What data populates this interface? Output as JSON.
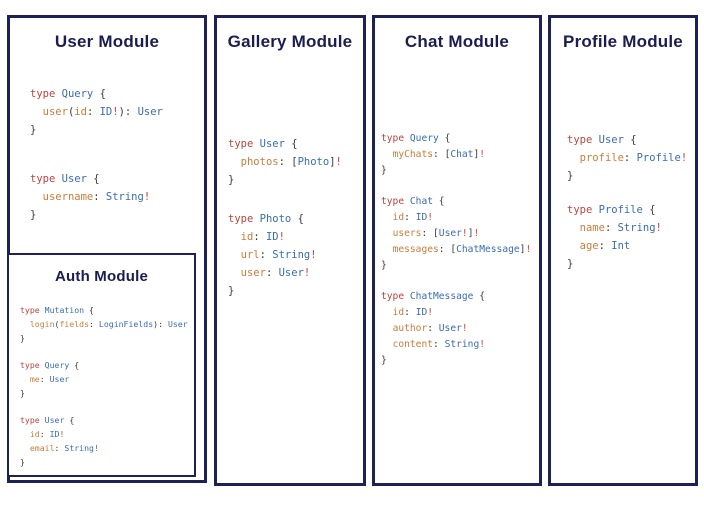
{
  "colors": {
    "background": "#ffffff",
    "panel_border": "#1e2157",
    "title_text": "#1b1d52",
    "code_keyword": "#b8453e",
    "code_type_name": "#3a6cb3",
    "code_field_name": "#c97d3a",
    "code_bang": "#c4473c",
    "code_punctuation": "#3a3a3a"
  },
  "modules": {
    "user": {
      "title": "User Module",
      "blocks": [
        [
          [
            [
              "k",
              "type"
            ],
            [
              "w",
              " "
            ],
            [
              "t",
              "Query"
            ],
            [
              "w",
              " "
            ],
            [
              "p",
              "{"
            ]
          ],
          [
            [
              "w",
              "  "
            ],
            [
              "f",
              "user"
            ],
            [
              "p",
              "("
            ],
            [
              "f",
              "id"
            ],
            [
              "p",
              ":"
            ],
            [
              "w",
              " "
            ],
            [
              "t",
              "ID"
            ],
            [
              "b",
              "!"
            ],
            [
              "p",
              "):"
            ],
            [
              "w",
              " "
            ],
            [
              "t",
              "User"
            ]
          ],
          [
            [
              "p",
              "}"
            ]
          ]
        ],
        [
          [
            [
              "k",
              "type"
            ],
            [
              "w",
              " "
            ],
            [
              "t",
              "User"
            ],
            [
              "w",
              " "
            ],
            [
              "p",
              "{"
            ]
          ],
          [
            [
              "w",
              "  "
            ],
            [
              "f",
              "username"
            ],
            [
              "p",
              ":"
            ],
            [
              "w",
              " "
            ],
            [
              "t",
              "String"
            ],
            [
              "b",
              "!"
            ]
          ],
          [
            [
              "p",
              "}"
            ]
          ]
        ]
      ]
    },
    "auth": {
      "title": "Auth Module",
      "blocks": [
        [
          [
            [
              "k",
              "type"
            ],
            [
              "w",
              " "
            ],
            [
              "t",
              "Mutation"
            ],
            [
              "w",
              " "
            ],
            [
              "p",
              "{"
            ]
          ],
          [
            [
              "w",
              "  "
            ],
            [
              "f",
              "login"
            ],
            [
              "p",
              "("
            ],
            [
              "f",
              "fields"
            ],
            [
              "p",
              ":"
            ],
            [
              "w",
              " "
            ],
            [
              "t",
              "LoginFields"
            ],
            [
              "p",
              "):"
            ],
            [
              "w",
              " "
            ],
            [
              "t",
              "User"
            ]
          ],
          [
            [
              "p",
              "}"
            ]
          ]
        ],
        [
          [
            [
              "k",
              "type"
            ],
            [
              "w",
              " "
            ],
            [
              "t",
              "Query"
            ],
            [
              "w",
              " "
            ],
            [
              "p",
              "{"
            ]
          ],
          [
            [
              "w",
              "  "
            ],
            [
              "f",
              "me"
            ],
            [
              "p",
              ":"
            ],
            [
              "w",
              " "
            ],
            [
              "t",
              "User"
            ]
          ],
          [
            [
              "p",
              "}"
            ]
          ]
        ],
        [
          [
            [
              "k",
              "type"
            ],
            [
              "w",
              " "
            ],
            [
              "t",
              "User"
            ],
            [
              "w",
              " "
            ],
            [
              "p",
              "{"
            ]
          ],
          [
            [
              "w",
              "  "
            ],
            [
              "f",
              "id"
            ],
            [
              "p",
              ":"
            ],
            [
              "w",
              " "
            ],
            [
              "t",
              "ID"
            ],
            [
              "b",
              "!"
            ]
          ],
          [
            [
              "w",
              "  "
            ],
            [
              "f",
              "email"
            ],
            [
              "p",
              ":"
            ],
            [
              "w",
              " "
            ],
            [
              "t",
              "String"
            ],
            [
              "b",
              "!"
            ]
          ],
          [
            [
              "p",
              "}"
            ]
          ]
        ]
      ]
    },
    "gallery": {
      "title": "Gallery Module",
      "blocks": [
        [
          [
            [
              "k",
              "type"
            ],
            [
              "w",
              " "
            ],
            [
              "t",
              "User"
            ],
            [
              "w",
              " "
            ],
            [
              "p",
              "{"
            ]
          ],
          [
            [
              "w",
              "  "
            ],
            [
              "f",
              "photos"
            ],
            [
              "p",
              ":"
            ],
            [
              "w",
              " "
            ],
            [
              "p",
              "["
            ],
            [
              "t",
              "Photo"
            ],
            [
              "p",
              "]"
            ],
            [
              "b",
              "!"
            ]
          ],
          [
            [
              "p",
              "}"
            ]
          ]
        ],
        [
          [
            [
              "k",
              "type"
            ],
            [
              "w",
              " "
            ],
            [
              "t",
              "Photo"
            ],
            [
              "w",
              " "
            ],
            [
              "p",
              "{"
            ]
          ],
          [
            [
              "w",
              "  "
            ],
            [
              "f",
              "id"
            ],
            [
              "p",
              ":"
            ],
            [
              "w",
              " "
            ],
            [
              "t",
              "ID"
            ],
            [
              "b",
              "!"
            ]
          ],
          [
            [
              "w",
              "  "
            ],
            [
              "f",
              "url"
            ],
            [
              "p",
              ":"
            ],
            [
              "w",
              " "
            ],
            [
              "t",
              "String"
            ],
            [
              "b",
              "!"
            ]
          ],
          [
            [
              "w",
              "  "
            ],
            [
              "f",
              "user"
            ],
            [
              "p",
              ":"
            ],
            [
              "w",
              " "
            ],
            [
              "t",
              "User"
            ],
            [
              "b",
              "!"
            ]
          ],
          [
            [
              "p",
              "}"
            ]
          ]
        ]
      ]
    },
    "chat": {
      "title": "Chat Module",
      "blocks": [
        [
          [
            [
              "k",
              "type"
            ],
            [
              "w",
              " "
            ],
            [
              "t",
              "Query"
            ],
            [
              "w",
              " "
            ],
            [
              "p",
              "{"
            ]
          ],
          [
            [
              "w",
              "  "
            ],
            [
              "f",
              "myChats"
            ],
            [
              "p",
              ":"
            ],
            [
              "w",
              " "
            ],
            [
              "p",
              "["
            ],
            [
              "t",
              "Chat"
            ],
            [
              "p",
              "]"
            ],
            [
              "b",
              "!"
            ]
          ],
          [
            [
              "p",
              "}"
            ]
          ]
        ],
        [
          [
            [
              "k",
              "type"
            ],
            [
              "w",
              " "
            ],
            [
              "t",
              "Chat"
            ],
            [
              "w",
              " "
            ],
            [
              "p",
              "{"
            ]
          ],
          [
            [
              "w",
              "  "
            ],
            [
              "f",
              "id"
            ],
            [
              "p",
              ":"
            ],
            [
              "w",
              " "
            ],
            [
              "t",
              "ID"
            ],
            [
              "b",
              "!"
            ]
          ],
          [
            [
              "w",
              "  "
            ],
            [
              "f",
              "users"
            ],
            [
              "p",
              ":"
            ],
            [
              "w",
              " "
            ],
            [
              "p",
              "["
            ],
            [
              "t",
              "User"
            ],
            [
              "b",
              "!"
            ],
            [
              "p",
              "]"
            ],
            [
              "b",
              "!"
            ]
          ],
          [
            [
              "w",
              "  "
            ],
            [
              "f",
              "messages"
            ],
            [
              "p",
              ":"
            ],
            [
              "w",
              " "
            ],
            [
              "p",
              "["
            ],
            [
              "t",
              "ChatMessage"
            ],
            [
              "p",
              "]"
            ],
            [
              "b",
              "!"
            ]
          ],
          [
            [
              "p",
              "}"
            ]
          ]
        ],
        [
          [
            [
              "k",
              "type"
            ],
            [
              "w",
              " "
            ],
            [
              "t",
              "ChatMessage"
            ],
            [
              "w",
              " "
            ],
            [
              "p",
              "{"
            ]
          ],
          [
            [
              "w",
              "  "
            ],
            [
              "f",
              "id"
            ],
            [
              "p",
              ":"
            ],
            [
              "w",
              " "
            ],
            [
              "t",
              "ID"
            ],
            [
              "b",
              "!"
            ]
          ],
          [
            [
              "w",
              "  "
            ],
            [
              "f",
              "author"
            ],
            [
              "p",
              ":"
            ],
            [
              "w",
              " "
            ],
            [
              "t",
              "User"
            ],
            [
              "b",
              "!"
            ]
          ],
          [
            [
              "w",
              "  "
            ],
            [
              "f",
              "content"
            ],
            [
              "p",
              ":"
            ],
            [
              "w",
              " "
            ],
            [
              "t",
              "String"
            ],
            [
              "b",
              "!"
            ]
          ],
          [
            [
              "p",
              "}"
            ]
          ]
        ]
      ]
    },
    "profile": {
      "title": "Profile Module",
      "blocks": [
        [
          [
            [
              "k",
              "type"
            ],
            [
              "w",
              " "
            ],
            [
              "t",
              "User"
            ],
            [
              "w",
              " "
            ],
            [
              "p",
              "{"
            ]
          ],
          [
            [
              "w",
              "  "
            ],
            [
              "f",
              "profile"
            ],
            [
              "p",
              ":"
            ],
            [
              "w",
              " "
            ],
            [
              "t",
              "Profile"
            ],
            [
              "b",
              "!"
            ]
          ],
          [
            [
              "p",
              "}"
            ]
          ]
        ],
        [
          [
            [
              "k",
              "type"
            ],
            [
              "w",
              " "
            ],
            [
              "t",
              "Profile"
            ],
            [
              "w",
              " "
            ],
            [
              "p",
              "{"
            ]
          ],
          [
            [
              "w",
              "  "
            ],
            [
              "f",
              "name"
            ],
            [
              "p",
              ":"
            ],
            [
              "w",
              " "
            ],
            [
              "t",
              "String"
            ],
            [
              "b",
              "!"
            ]
          ],
          [
            [
              "w",
              "  "
            ],
            [
              "f",
              "age"
            ],
            [
              "p",
              ":"
            ],
            [
              "w",
              " "
            ],
            [
              "t",
              "Int"
            ]
          ],
          [
            [
              "p",
              "}"
            ]
          ]
        ]
      ]
    }
  }
}
